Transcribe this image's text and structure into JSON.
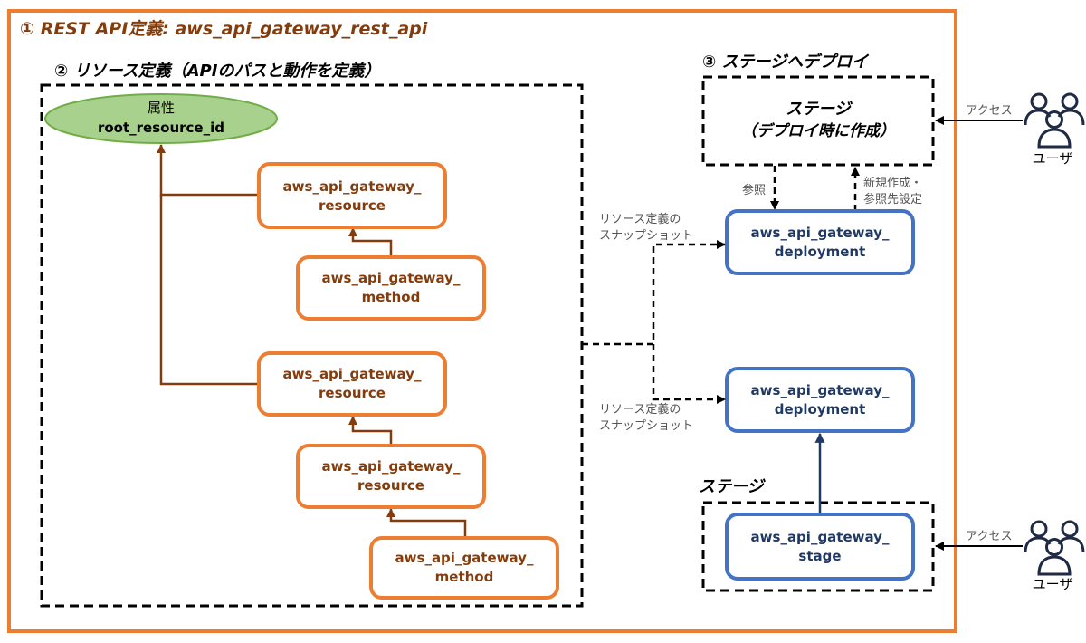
{
  "outer": {
    "title": "① REST API定義: aws_api_gateway_rest_api"
  },
  "resource_section": {
    "title": "② リソース定義（APIのパスと動作を定義）"
  },
  "deploy_section": {
    "title": "③ ステージへデプロイ"
  },
  "attribute": {
    "label": "属性",
    "name": "root_resource_id"
  },
  "boxes": {
    "resource1": [
      "aws_api_gateway_",
      "resource"
    ],
    "method1": [
      "aws_api_gateway_",
      "method"
    ],
    "resource2": [
      "aws_api_gateway_",
      "resource"
    ],
    "resource3": [
      "aws_api_gateway_",
      "resource"
    ],
    "method2": [
      "aws_api_gateway_",
      "method"
    ],
    "deployment1": [
      "aws_api_gateway_",
      "deployment"
    ],
    "deployment2": [
      "aws_api_gateway_",
      "deployment"
    ],
    "stage_box": [
      "aws_api_gateway_",
      "stage"
    ]
  },
  "stage_created": [
    "ステージ",
    "（デプロイ時に作成）"
  ],
  "stage_label": "ステージ",
  "labels": {
    "reference": "参照",
    "new_create": [
      "新規作成・",
      "参照先設定"
    ],
    "snapshot1": [
      "リソース定義の",
      "スナップショット"
    ],
    "snapshot2": [
      "リソース定義の",
      "スナップショット"
    ],
    "access1": "アクセス",
    "access2": "アクセス",
    "user1": "ユーザ",
    "user2": "ユーザ"
  },
  "colors": {
    "orange": "#ED7D31",
    "brown": "#843C0C",
    "blue": "#4472C4",
    "navy": "#203864",
    "green_fill": "#A9D18E",
    "green_stroke": "#70AD47"
  }
}
